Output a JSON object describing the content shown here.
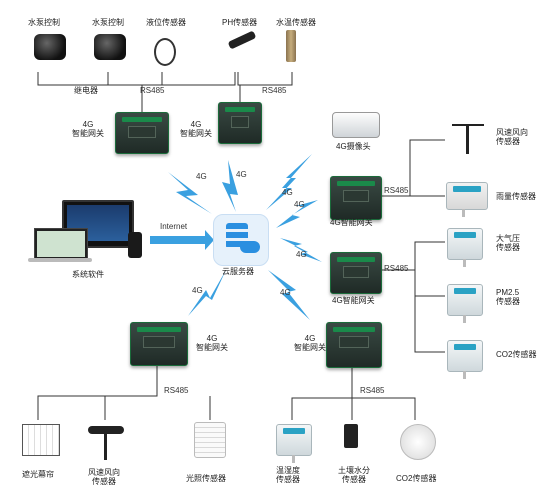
{
  "top": {
    "pump1": "水泵控制",
    "pump2": "水泵控制",
    "level": "液位传感器",
    "ph": "PH传感器",
    "water_temp": "水温传感器",
    "relay": "继电器",
    "rs485_left": "RS485",
    "rs485_mid": "RS485"
  },
  "gateways": {
    "gw_tl": "4G\n智能网关",
    "gw_tm": "4G\n智能网关",
    "gw_r1": "4G智能网关",
    "gw_r2": "4G智能网关",
    "gw_bl": "4G\n智能网关",
    "gw_bm": "4G\n智能网关"
  },
  "camera": "4G摄像头",
  "cloud": "云服务器",
  "software": "系统软件",
  "internet": "Internet",
  "link_4g": "4G",
  "right_top": {
    "rs485": "RS485",
    "wind": "风速风向\n传感器",
    "rain": "雨量传感器"
  },
  "right_mid": {
    "rs485": "RS485",
    "pressure": "大气压\n传感器",
    "pm25": "PM2.5\n传感器",
    "co2": "CO2传感器"
  },
  "bottom_left": {
    "rs485": "RS485",
    "shade": "遮光幕帘",
    "wind": "风速风向\n传感器",
    "light": "光照传感器"
  },
  "bottom_right": {
    "rs485": "RS485",
    "temp_hum": "温湿度\n传感器",
    "soil": "土壤水分\n传感器",
    "co2": "CO2传感器"
  },
  "colors": {
    "link_blue": "#3aa0e0",
    "line": "#333333",
    "gateway_green": "#1a8a4a"
  }
}
